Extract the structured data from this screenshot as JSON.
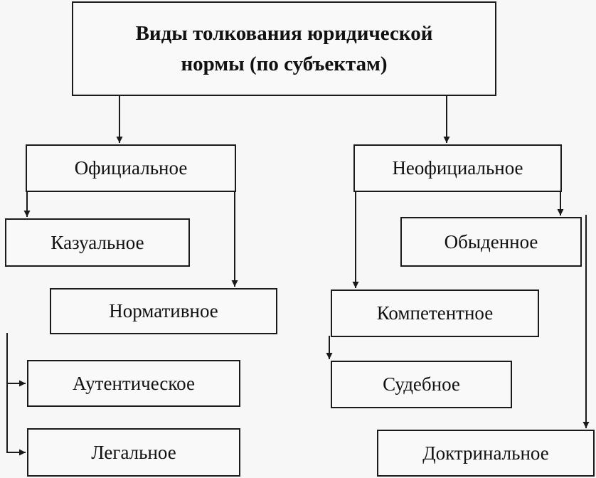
{
  "diagram": {
    "title": [
      "Виды толкования юридической",
      "нормы (по субъектам)"
    ],
    "branches": [
      {
        "label": "Официальное",
        "children": [
          "Казуальное",
          "Нормативное"
        ],
        "subchildren": [
          "Аутентическое",
          "Легальное"
        ]
      },
      {
        "label": "Неофициальное",
        "children": [
          "Обыденное",
          "Компетентное",
          "Доктринальное"
        ],
        "subchildren": [
          "Судебное"
        ]
      }
    ],
    "line_color": "#1a1a1a",
    "background": "#f7f7f7"
  }
}
